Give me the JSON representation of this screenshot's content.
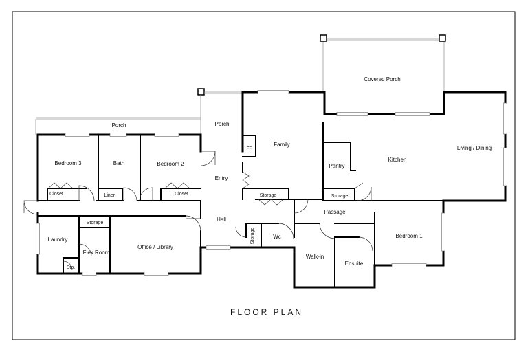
{
  "title": "FLOOR PLAN",
  "rooms": {
    "covered_porch": "Covered Porch",
    "porch_left": "Porch",
    "porch_entry": "Porch",
    "bedroom3": "Bedroom 3",
    "bath": "Bath",
    "bedroom2": "Bedroom 2",
    "closet3": "Closet",
    "linen": "Linen",
    "closet2": "Closet",
    "entry": "Entry",
    "fp": "FP",
    "family": "Family",
    "pantry": "Pantry",
    "kitchen": "Kitchen",
    "living_dining": "Living / Dining",
    "storage_family": "Storage",
    "storage_passage": "Storage",
    "passage": "Passage",
    "hall": "Hall",
    "storage_hall": "Storage",
    "wc": "Wc",
    "laundry": "Laundry",
    "storage_flex": "Storage",
    "flex_room": "Flex Room",
    "sto": "Sto.",
    "office_library": "Office / Library",
    "walk_in": "Walk-in",
    "ensuite": "Ensuite",
    "bedroom1": "Bedroom 1"
  }
}
